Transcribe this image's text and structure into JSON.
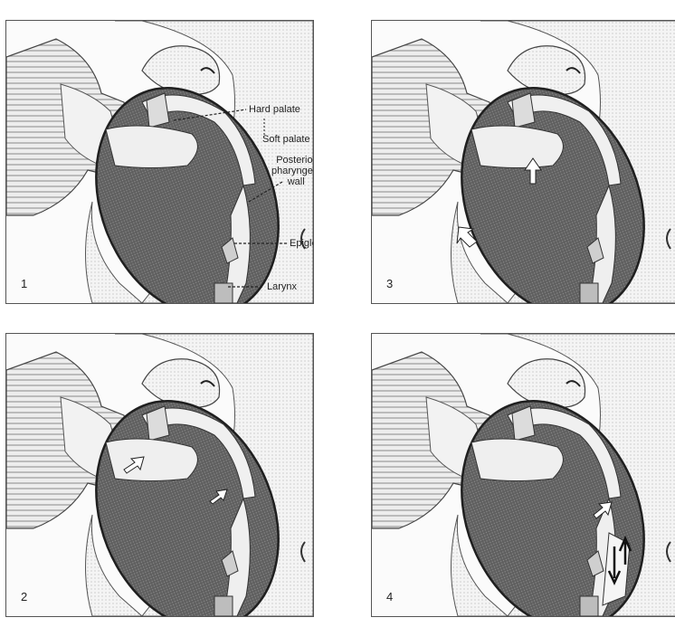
{
  "panels": [
    {
      "number": "1"
    },
    {
      "number": "2"
    },
    {
      "number": "3"
    },
    {
      "number": "4"
    }
  ],
  "labels": {
    "hard_palate": "Hard palate",
    "soft_palate": "Soft palate",
    "posterior_pharyngeal_wall": [
      "Posterior",
      "pharyngeal",
      "wall"
    ],
    "epiglottis": "Epiglottis",
    "larynx": "Larynx"
  },
  "colors": {
    "shade": "#6b6b6b",
    "skin": "#ececec",
    "outline": "#2a2a2a"
  },
  "icons": [
    "bottle-icon",
    "infant-face-icon",
    "arrow-icon"
  ]
}
